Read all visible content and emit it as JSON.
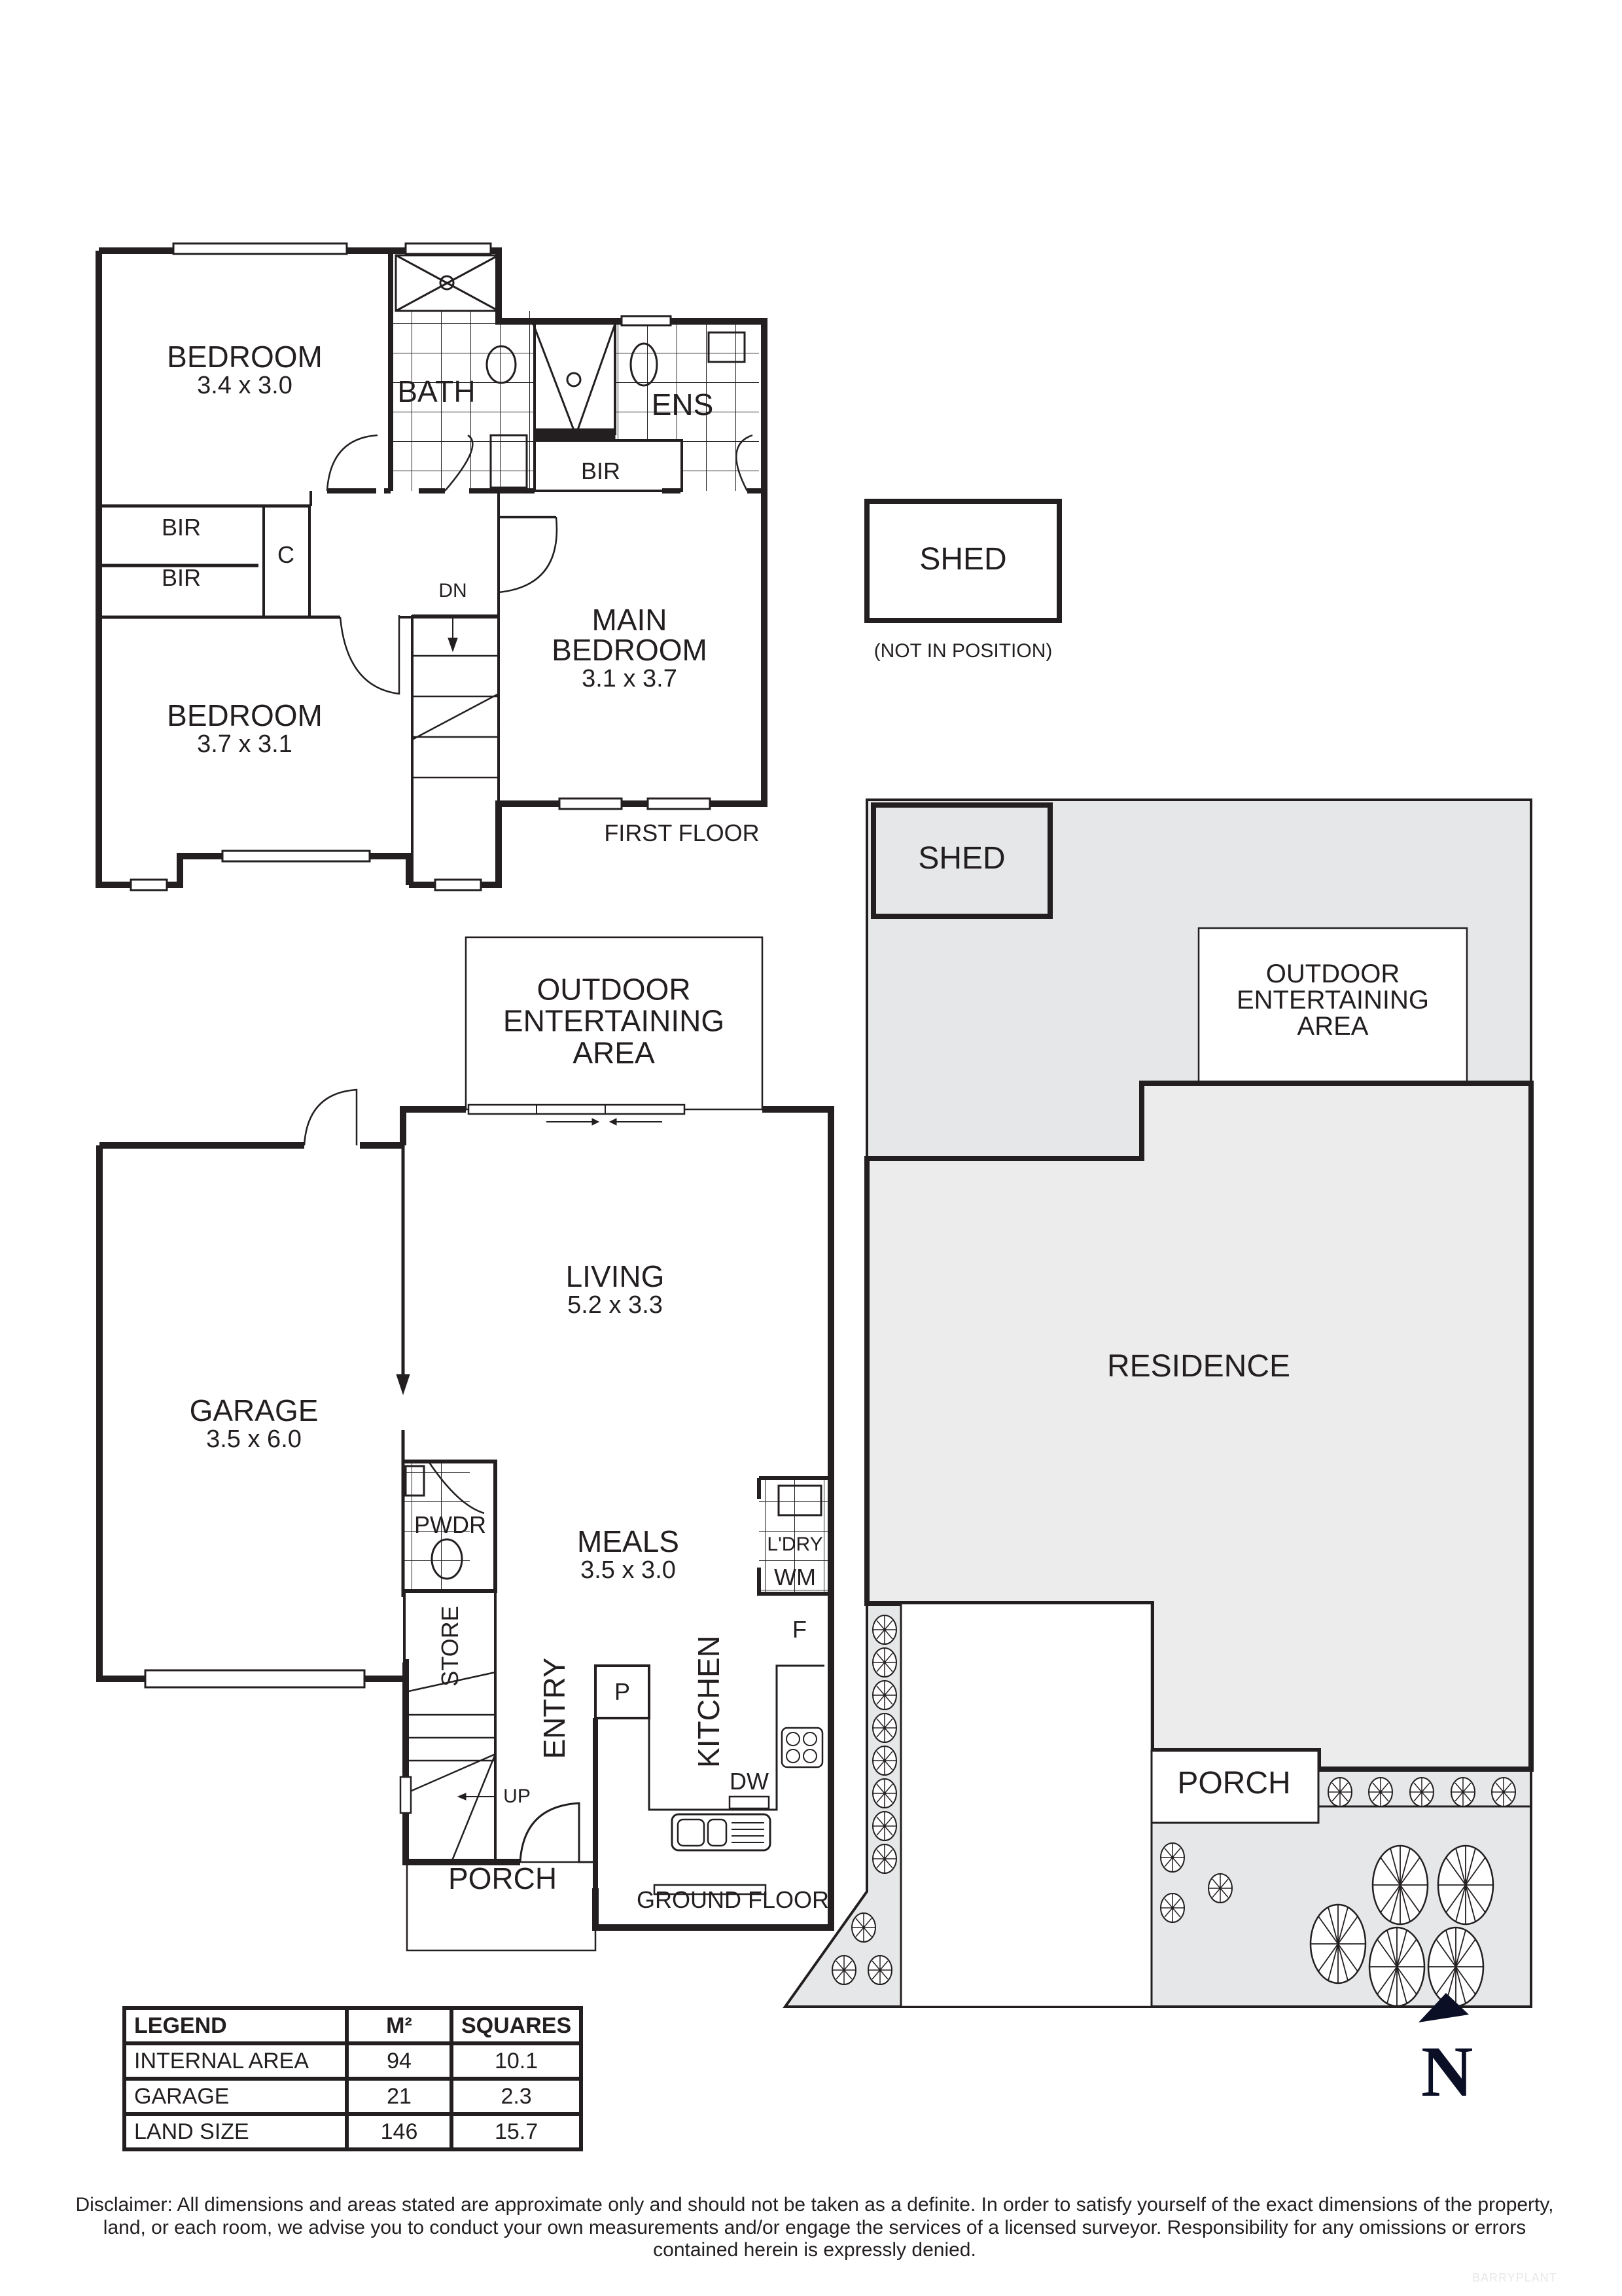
{
  "first_floor": {
    "title": "FIRST FLOOR",
    "rooms": {
      "bedroom1": {
        "name": "BEDROOM",
        "dim": "3.4 x 3.0"
      },
      "bath": {
        "name": "BATH"
      },
      "ens": {
        "name": "ENS"
      },
      "bir_main": {
        "name": "BIR"
      },
      "bir1": {
        "name": "BIR"
      },
      "bir2": {
        "name": "BIR"
      },
      "linen": {
        "name": "C"
      },
      "stairs": {
        "name": "DN"
      },
      "main_bedroom": {
        "name_line1": "MAIN",
        "name_line2": "BEDROOM",
        "dim": "3.1 x 3.7"
      },
      "bedroom2": {
        "name": "BEDROOM",
        "dim": "3.7 x 3.1"
      }
    }
  },
  "shed_standalone": {
    "name": "SHED",
    "note": "(NOT IN POSITION)"
  },
  "ground_floor": {
    "title": "GROUND FLOOR",
    "rooms": {
      "outdoor": {
        "line1": "OUTDOOR",
        "line2": "ENTERTAINING",
        "line3": "AREA"
      },
      "living": {
        "name": "LIVING",
        "dim": "5.2 x 3.3"
      },
      "garage": {
        "name": "GARAGE",
        "dim": "3.5 x 6.0"
      },
      "pwdr": {
        "name": "PWDR"
      },
      "meals": {
        "name": "MEALS",
        "dim": "3.5 x 3.0"
      },
      "ldry": {
        "name": "L'DRY"
      },
      "wm": {
        "name": "WM"
      },
      "fridge": {
        "name": "F"
      },
      "store": {
        "name": "STORE"
      },
      "entry": {
        "name": "ENTRY"
      },
      "kitchen": {
        "name": "KITCHEN"
      },
      "pantry": {
        "name": "P"
      },
      "dw": {
        "name": "DW"
      },
      "stairs_up": {
        "name": "UP"
      },
      "porch": {
        "name": "PORCH"
      }
    }
  },
  "site_plan": {
    "shed": "SHED",
    "outdoor": {
      "line1": "OUTDOOR",
      "line2": "ENTERTAINING",
      "line3": "AREA"
    },
    "residence": "RESIDENCE",
    "porch": "PORCH",
    "fill_color": "#e6e7e8"
  },
  "legend": {
    "headers": [
      "LEGEND",
      "M²",
      "SQUARES"
    ],
    "rows": [
      {
        "label": "INTERNAL AREA",
        "m2": "94",
        "squares": "10.1"
      },
      {
        "label": "GARAGE",
        "m2": "21",
        "squares": "2.3"
      },
      {
        "label": "LAND SIZE",
        "m2": "146",
        "squares": "15.7"
      }
    ]
  },
  "north": {
    "label": "N",
    "icon": "north-arrow-icon",
    "color": "#0b0f26"
  },
  "disclaimer": "Disclaimer: All dimensions and areas stated are approximate only and should not be taken as a definite. In order to satisfy yourself of the exact dimensions of the property, land, or each room, we advise you to conduct your own measurements and/or engage the services of a licensed surveyor. Responsibility for any omissions or errors contained herein is expressly denied.",
  "watermark": "BARRYPLANT"
}
